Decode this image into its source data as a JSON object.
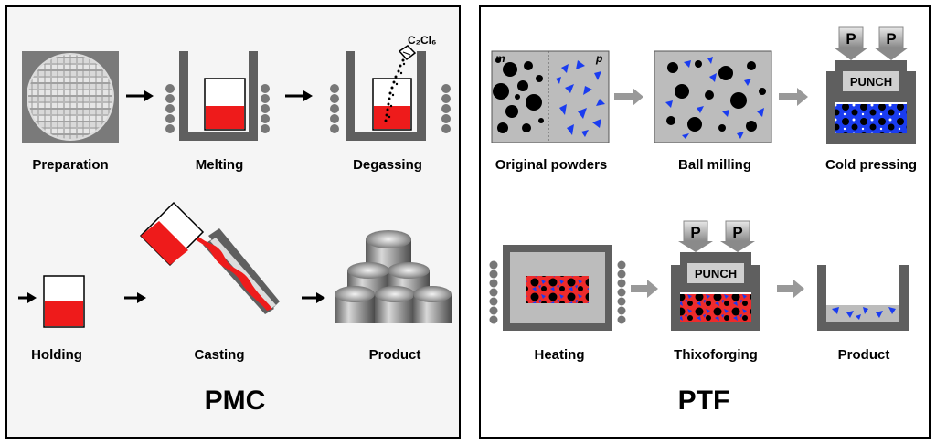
{
  "pmc": {
    "title": "PMC",
    "steps": {
      "preparation": "Preparation",
      "melting": "Melting",
      "degassing": "Degassing",
      "holding": "Holding",
      "casting": "Casting",
      "product": "Product"
    },
    "degas_agent": "C₂Cl₆"
  },
  "ptf": {
    "title": "PTF",
    "steps": {
      "original_powders": "Original powders",
      "ball_milling": "Ball milling",
      "cold_pressing": "Cold pressing",
      "heating": "Heating",
      "thixoforging": "Thixoforging",
      "product": "Product"
    },
    "punch_label": "PUNCH",
    "pressure_label": "P",
    "matrix_label": "m",
    "particle_label": "p"
  },
  "colors": {
    "melt": "#ee1b1b",
    "particle": "#1a3cf0",
    "crucible": "#5f5f5f",
    "powder_bg": "#bcbcbc"
  }
}
